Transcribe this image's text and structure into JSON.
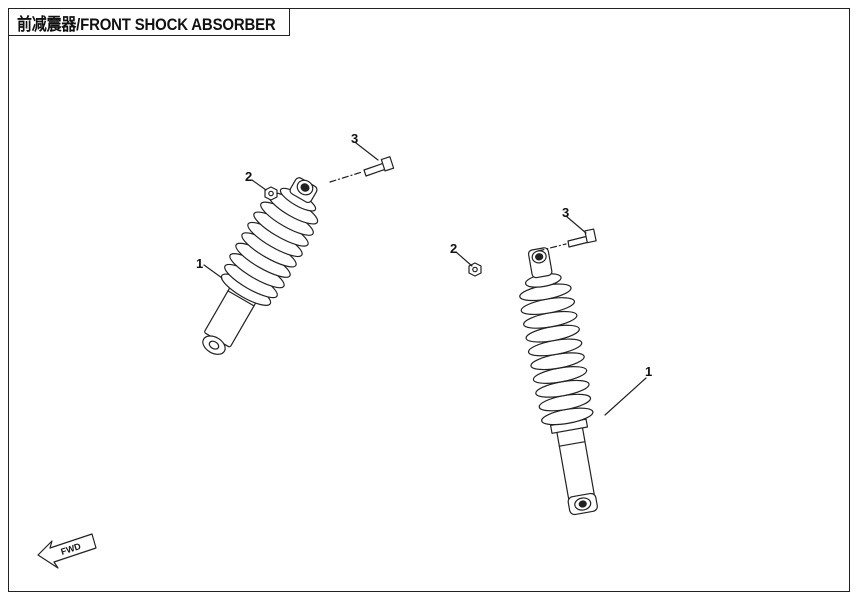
{
  "title": "前减震器/FRONT SHOCK ABSORBER",
  "callouts": {
    "left_shock": "1",
    "left_nut": "2",
    "left_bolt": "3",
    "right_shock": "1",
    "right_nut": "2",
    "right_bolt": "3"
  },
  "fwd_label": "FWD",
  "icons": [
    "shock-absorber-icon",
    "nut-icon",
    "bolt-icon",
    "fwd-arrow-icon"
  ],
  "line_color": "#222222"
}
